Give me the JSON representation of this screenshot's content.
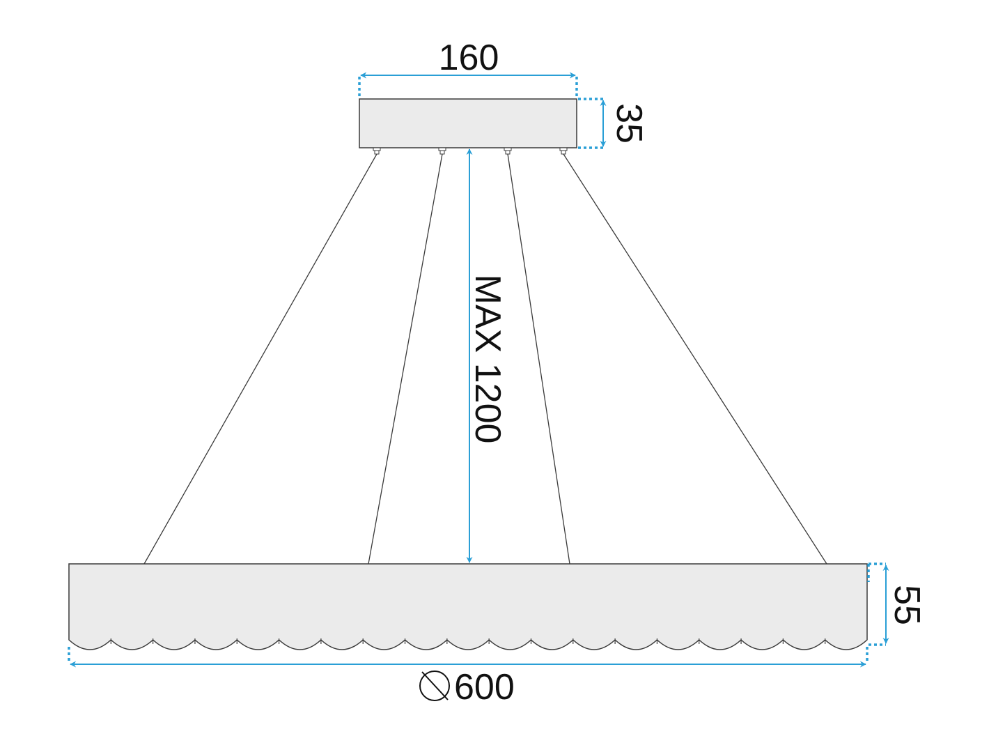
{
  "dimensions": {
    "canopy_width": "160",
    "canopy_height": "35",
    "max_cable_length": "MAX 1200",
    "ring_height": "55",
    "ring_diameter": "600"
  },
  "icons": {
    "diameter": "diameter-symbol-icon"
  },
  "colors": {
    "dimension_line": "#2a9fd6",
    "outline": "#3a3a3a",
    "fill": "#ebebeb",
    "background": "#ffffff"
  }
}
